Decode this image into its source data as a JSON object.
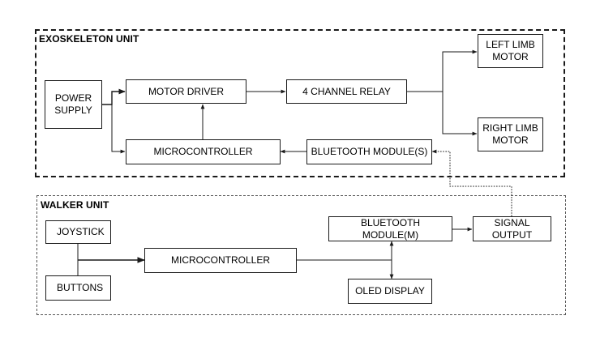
{
  "exoskeleton_unit": {
    "title": "EXOSKELETON UNIT",
    "blocks": {
      "power_supply": "POWER\nSUPPLY",
      "motor_driver": "MOTOR DRIVER",
      "relay": "4 CHANNEL RELAY",
      "left_limb_motor": "LEFT LIMB\nMOTOR",
      "right_limb_motor": "RIGHT LIMB\nMOTOR",
      "microcontroller": "MICROCONTROLLER",
      "bluetooth_module": "BLUETOOTH MODULE(S)"
    }
  },
  "walker_unit": {
    "title": "WALKER UNIT",
    "blocks": {
      "joystick": "JOYSTICK",
      "buttons": "BUTTONS",
      "microcontroller": "MICROCONTROLLER",
      "bluetooth_module": "BLUETOOTH MODULE(M)",
      "signal_output": "SIGNAL OUTPUT",
      "oled_display": "OLED DISPLAY"
    }
  }
}
